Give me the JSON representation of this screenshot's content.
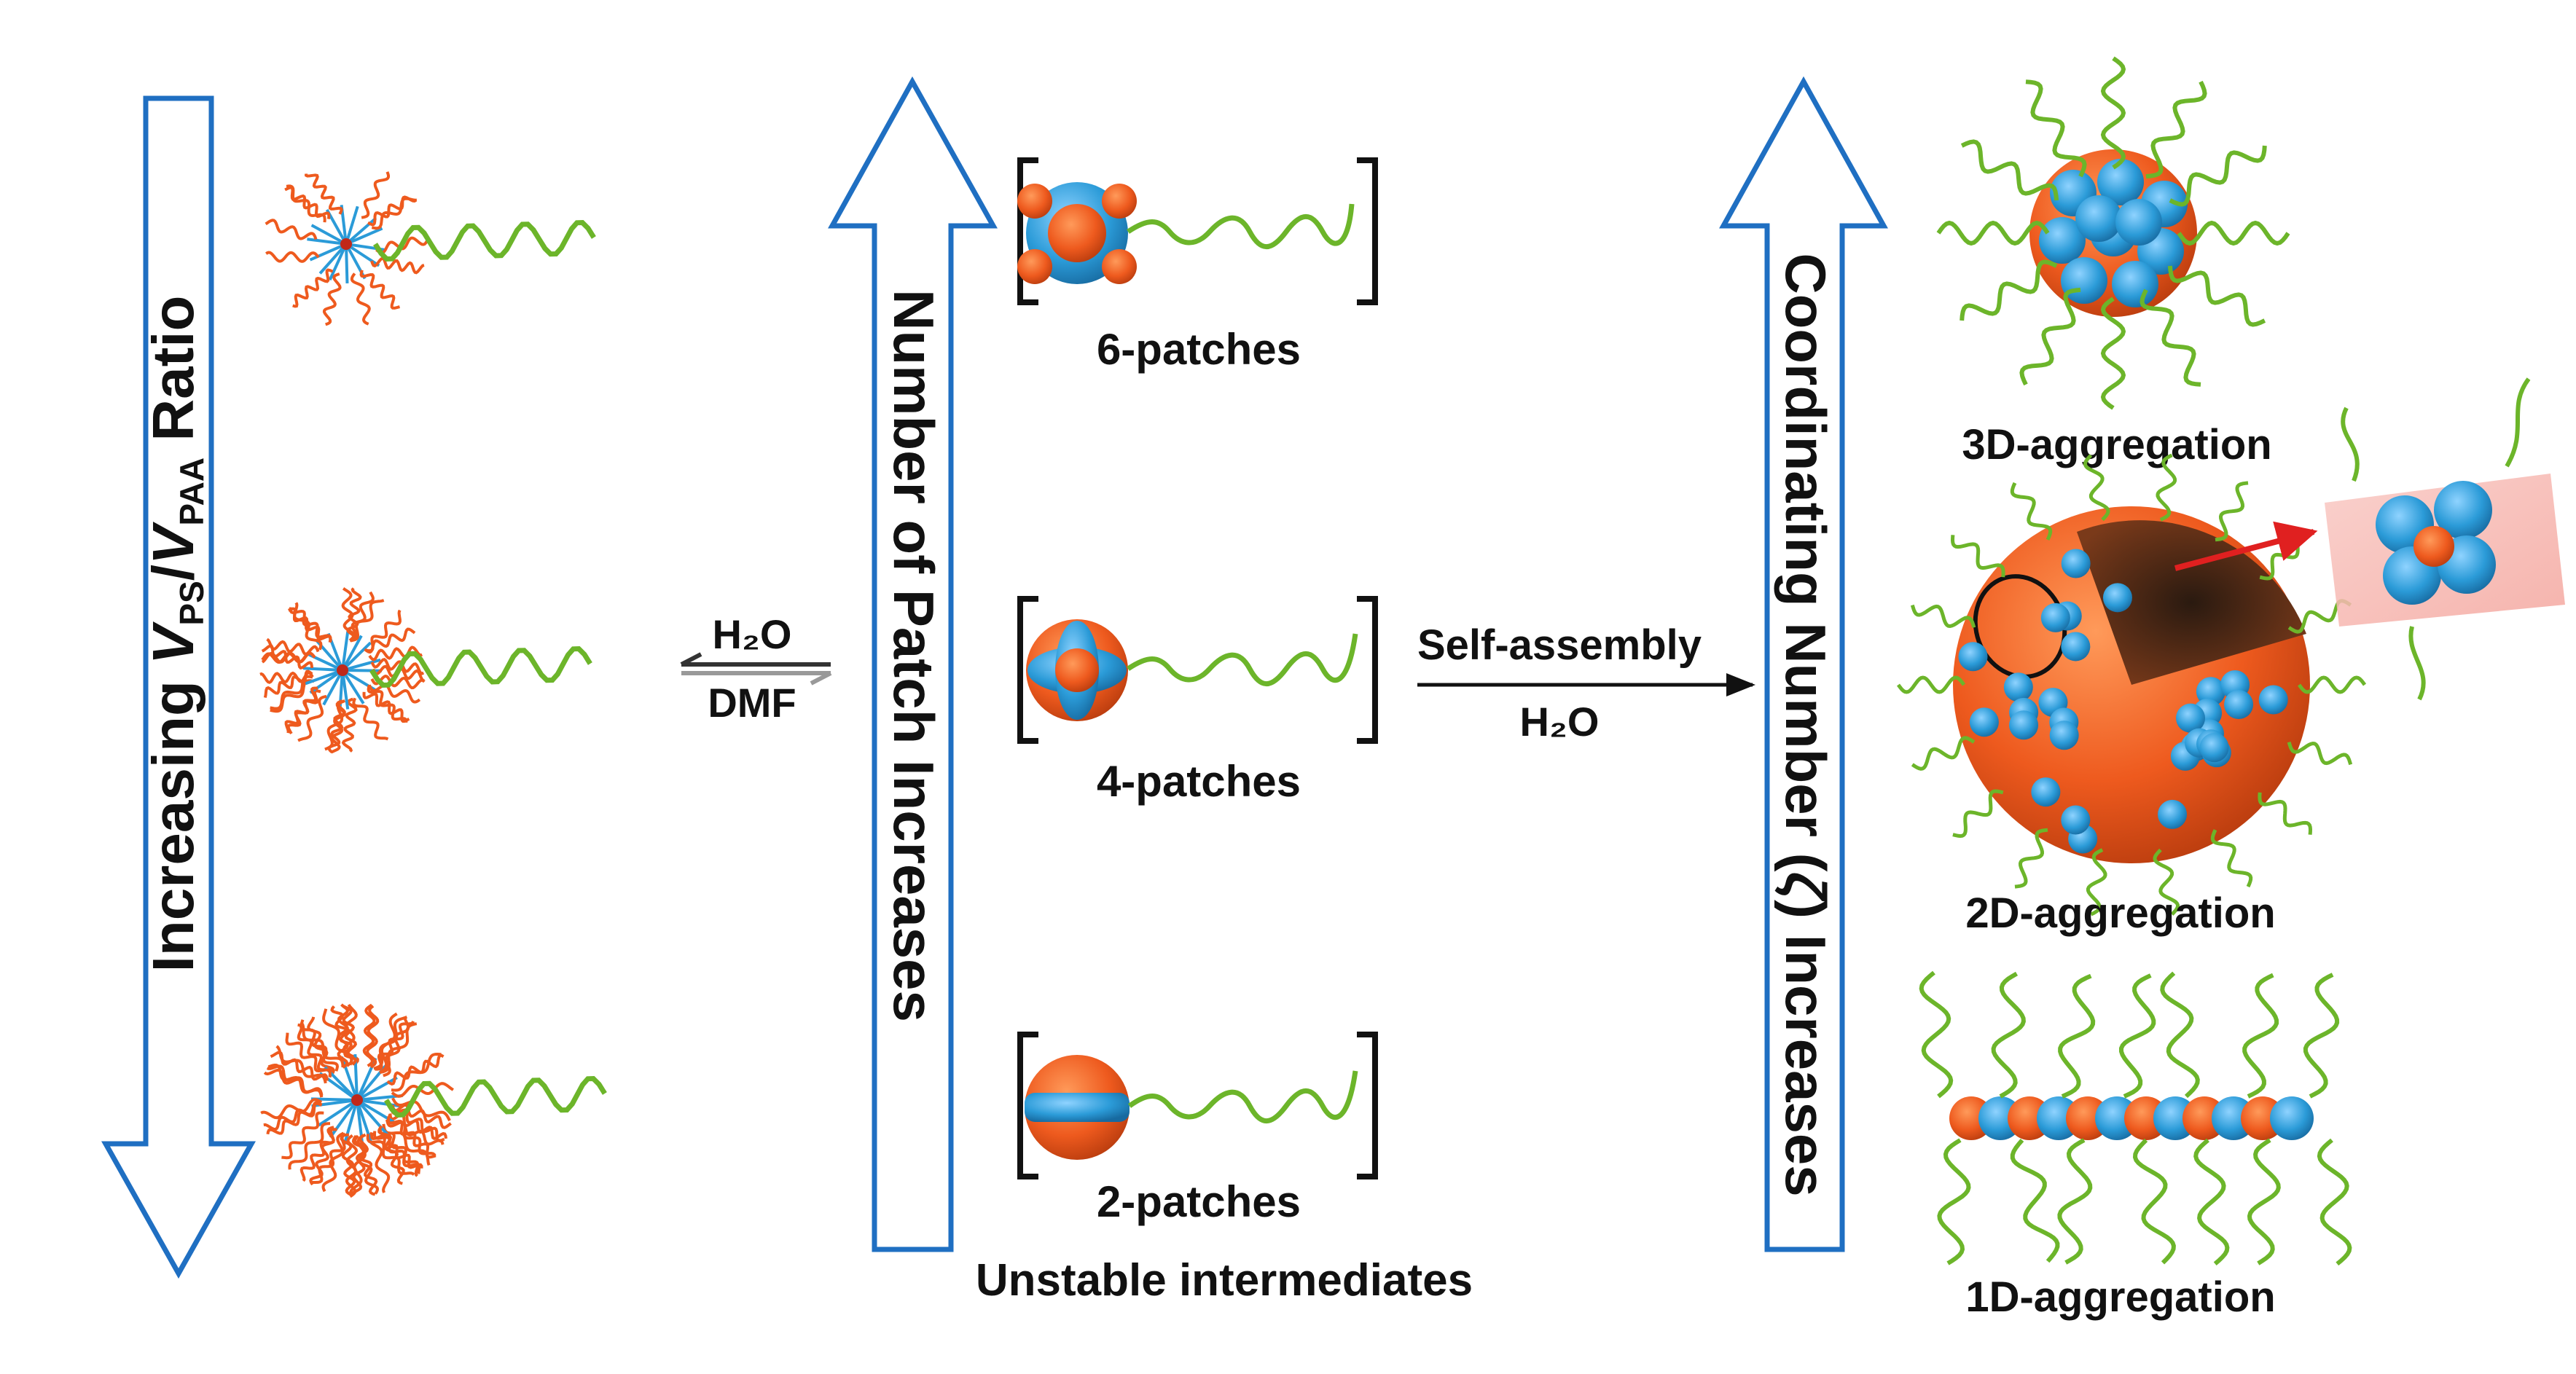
{
  "colors": {
    "arrow_outline": "#1f6fc2",
    "pvp_chain": "#6cb52a",
    "ps_core": "#ee5a1e",
    "paa_patch": "#2b9bd8",
    "red_arrow": "#e02020"
  },
  "left_arrow": {
    "prefix": "Increasing ",
    "v": "V",
    "ps": "PS",
    "slash": "/",
    "paa": "PAA",
    "suffix": " Ratio"
  },
  "equilibrium": {
    "top": "H₂O",
    "bottom": "DMF"
  },
  "middle_arrow": {
    "label": "Number of Patch Increases"
  },
  "patches": {
    "six": "6-patches",
    "four": "4-patches",
    "two": "2-patches",
    "caption": "Unstable intermediates"
  },
  "self_assembly": {
    "top": "Self-assembly",
    "bottom": "H₂O"
  },
  "right_arrow": {
    "prefix": "Coordinating Number (",
    "zeta": "ζ",
    "suffix": ") Increases"
  },
  "aggregations": {
    "three_d": "3D-aggregation",
    "two_d": "2D-aggregation",
    "one_d": "1D-aggregation"
  }
}
